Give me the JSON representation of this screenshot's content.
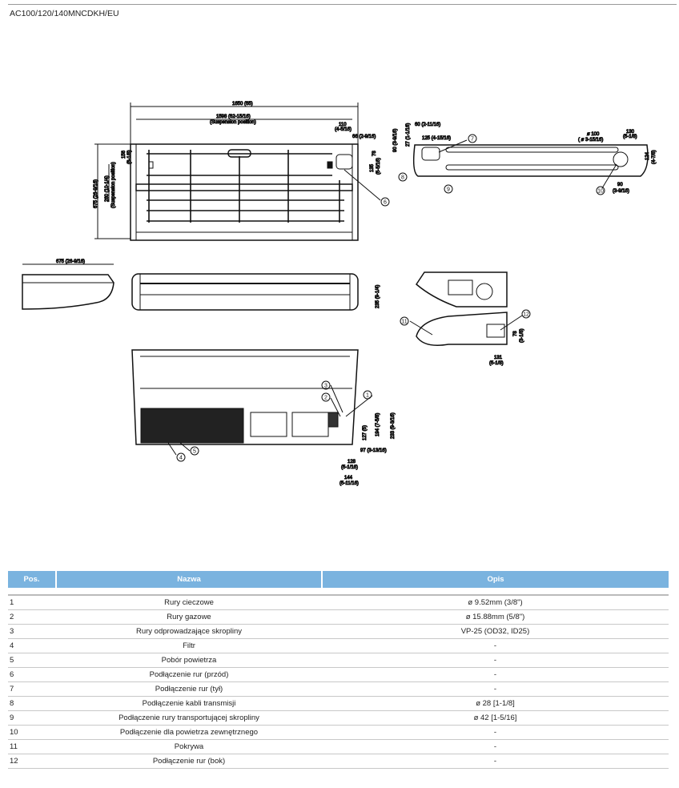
{
  "header": {
    "model": "AC100/120/140MNCDKH/EU"
  },
  "drawing": {
    "dim_1650": "1650 (65)",
    "dim_1598": "1598 (62-15/16)",
    "suspension": "(Suspension position)",
    "dim_675_top": "675 (26-9/16)",
    "dim_260": "260 (10-1/4)",
    "dim_156": "156",
    "dim_156b": "(6-1/8)",
    "dim_110": "110",
    "dim_110b": "(4-5/16)",
    "dim_66": "66 (2-9/16)",
    "dim_78": "78",
    "dim_135": "135",
    "dim_135b": "(5-5/16)",
    "dim_90l": "90 (3-9/16)",
    "dim_27": "27 (1-1/16)",
    "dim_60": "60 (2-11/16)",
    "dim_125": "125 (4-15/16)",
    "dim_d100": "ø 100",
    "dim_d100b": "( ø 3-15/16)",
    "dim_130": "130",
    "dim_130b": "(5-1/8)",
    "dim_124": "124",
    "dim_124b": "(4-7/8)",
    "dim_90r": "90",
    "dim_90rb": "(3-9/16)",
    "dim_675_side": "675 (26-9/16)",
    "dim_235": "235 (9-1/4)",
    "dim_131": "131",
    "dim_131b": "(5-1/8)",
    "dim_78s": "78",
    "dim_78sb": "(3-1/8)",
    "dim_194": "194 (7-5/8)",
    "dim_233": "233 (9-3/16)",
    "dim_127": "127 (5)",
    "dim_97": "97 (3-13/16)",
    "dim_128": "128",
    "dim_128b": "(5-1/16)",
    "dim_144": "144",
    "dim_144b": "(5-11/16)",
    "balloons": [
      "1",
      "2",
      "3",
      "4",
      "5",
      "6",
      "7",
      "8",
      "9",
      "10",
      "11",
      "12"
    ]
  },
  "table": {
    "headers": {
      "pos": "Pos.",
      "name": "Nazwa",
      "desc": "Opis"
    },
    "rows": [
      {
        "pos": "1",
        "name": "Rury cieczowe",
        "desc": "ø 9.52mm (3/8\")"
      },
      {
        "pos": "2",
        "name": "Rury gazowe",
        "desc": "ø 15.88mm (5/8\")"
      },
      {
        "pos": "3",
        "name": "Rury odprowadzające skropliny",
        "desc": "VP-25 (OD32, ID25)"
      },
      {
        "pos": "4",
        "name": "Filtr",
        "desc": "-"
      },
      {
        "pos": "5",
        "name": "Pobór powietrza",
        "desc": "-"
      },
      {
        "pos": "6",
        "name": "Podłączenie rur (przód)",
        "desc": "-"
      },
      {
        "pos": "7",
        "name": "Podłączenie rur (tył)",
        "desc": "-"
      },
      {
        "pos": "8",
        "name": "Podłączenie kabli transmisji",
        "desc": "ø 28 [1-1/8]"
      },
      {
        "pos": "9",
        "name": "Podłączenie rury transportującej skropliny",
        "desc": "ø 42 [1-5/16]"
      },
      {
        "pos": "10",
        "name": "Podłączenie dla powietrza zewnętrznego",
        "desc": "-"
      },
      {
        "pos": "11",
        "name": "Pokrywa",
        "desc": "-"
      },
      {
        "pos": "12",
        "name": "Podłączenie rur (bok)",
        "desc": "-"
      }
    ]
  }
}
